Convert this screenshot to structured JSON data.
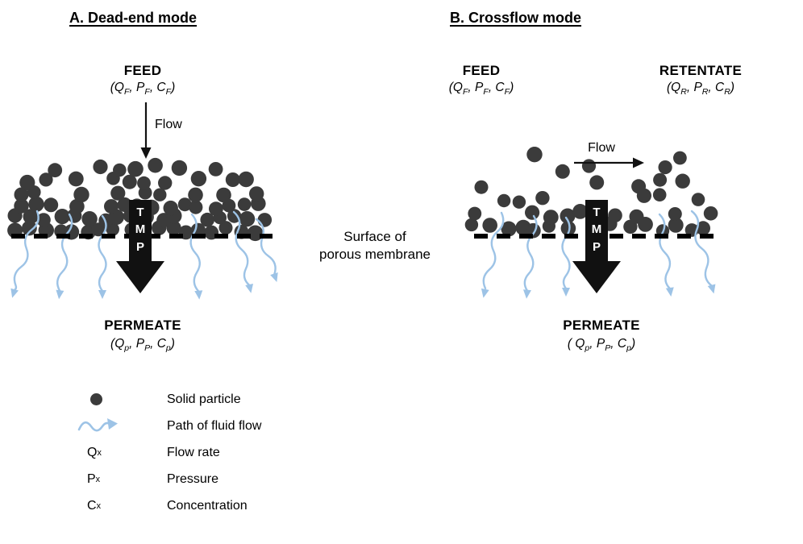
{
  "panel_a": {
    "title": "A. Dead-end mode",
    "feed": {
      "label": "FEED",
      "params": "(Q_F, P_F, C_F)"
    },
    "flow_label": "Flow",
    "tmp_label": "TMP",
    "permeate": {
      "label": "PERMEATE",
      "params": "(Q_p, P_P, C_p)"
    }
  },
  "panel_b": {
    "title": "B. Crossflow mode",
    "feed": {
      "label": "FEED",
      "params": "(Q_F, P_F, C_F)"
    },
    "retentate": {
      "label": "RETENTATE",
      "params": "(Q_R, P_R, C_R)"
    },
    "flow_label": "Flow",
    "tmp_label": "TMP",
    "permeate": {
      "label": "PERMEATE",
      "params": "( Q_p, P_P, C_p)"
    }
  },
  "membrane_caption": "Surface of\nporous membrane",
  "legend": {
    "rows": [
      {
        "symbol": "solid-particle-dot",
        "label": "Solid particle"
      },
      {
        "symbol": "fluid-flow-wavy-arrow",
        "label": "Path of fluid flow"
      },
      {
        "symbol": "text",
        "symbol_text": "Q_x",
        "label": "Flow rate"
      },
      {
        "symbol": "text",
        "symbol_text": "P_x",
        "label": "Pressure"
      },
      {
        "symbol": "text",
        "symbol_text": "C_x",
        "label": "Concentration"
      }
    ]
  },
  "colors": {
    "particle": "#3b3b3b",
    "fluid_arrow": "#9dc3e6",
    "solid_black": "#111111"
  }
}
